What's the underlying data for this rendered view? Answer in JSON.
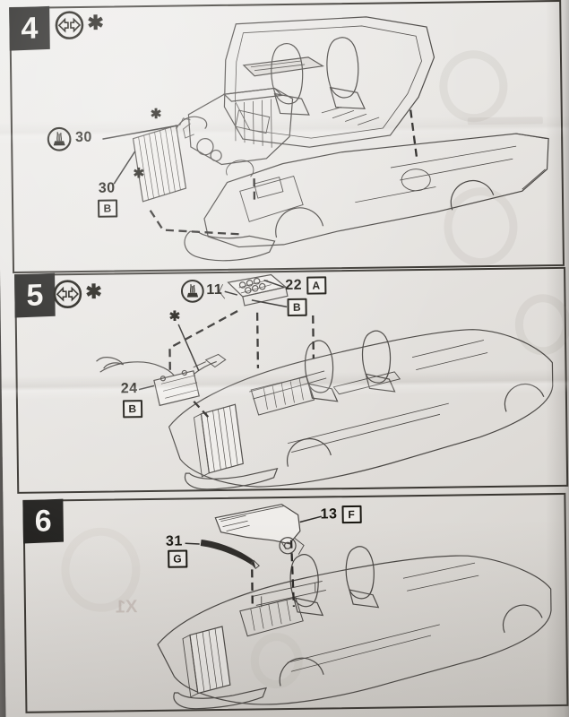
{
  "icons": {
    "header_symbol": "press-fit-arrows-icon",
    "glue_symbol": "glue-pot-icon"
  },
  "colors": {
    "background": "#7a7774",
    "paper": "#e8e6e3",
    "ink": "#4a4744",
    "label_ink": "#17150f",
    "step_box": "#21201e",
    "step_text": "#f4f2ef"
  },
  "steps": [
    {
      "number": "4",
      "header_note": "✱",
      "callouts": {
        "glue_label": "30",
        "part_label": "30",
        "part_box": "B",
        "asterisk_top": "✱",
        "asterisk_bottom": "✱"
      }
    },
    {
      "number": "5",
      "header_note": "✱",
      "callouts": {
        "glue_label": "11",
        "part22_label": "22",
        "part22_box": "A",
        "part22_box2": "B",
        "part24_label": "24",
        "part24_box": "B",
        "asterisk": "✱"
      }
    },
    {
      "number": "6",
      "callouts": {
        "part13_label": "13",
        "part13_box": "F",
        "part31_label": "31",
        "part31_box": "G"
      }
    }
  ],
  "ghost": {
    "bottom_left": "X1"
  }
}
